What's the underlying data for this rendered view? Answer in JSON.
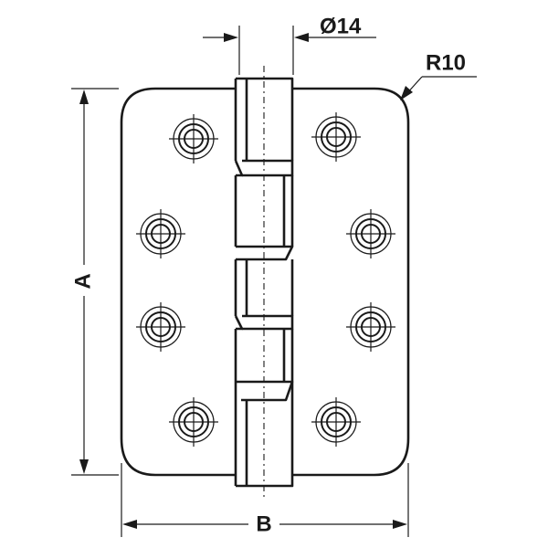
{
  "dimensions": {
    "height_label": "A",
    "width_label": "B",
    "pin_diameter_label": "Ø14",
    "corner_radius_label": "R10"
  },
  "hinge": {
    "holes_per_leaf": 4,
    "knuckles": 5
  },
  "colors": {
    "line": "#1a1a1a",
    "background": "#ffffff"
  }
}
